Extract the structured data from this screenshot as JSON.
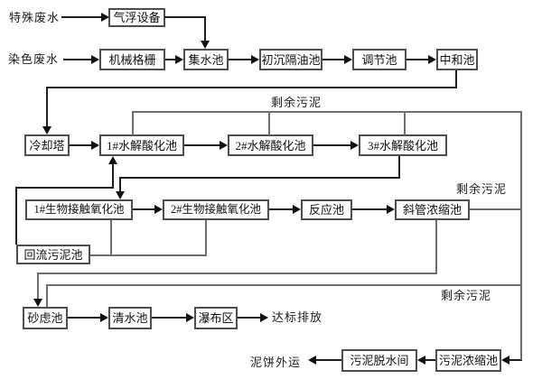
{
  "diagram": {
    "sources": {
      "special_wastewater": "特殊废水",
      "dyeing_wastewater": "染色废水"
    },
    "nodes": {
      "air_flotation": "气浮设备",
      "mechanical_screen": "机械格栅",
      "collection_tank": "集水池",
      "primary_oil_separator": "初沉隔油池",
      "regulating_tank": "调节池",
      "neutralization_tank": "中和池",
      "cooling_tower": "冷却塔",
      "hydrolysis_1": "1#水解酸化池",
      "hydrolysis_2": "2#水解酸化池",
      "hydrolysis_3": "3#水解酸化池",
      "bio_contact_1": "1#生物接触氧化池",
      "bio_contact_2": "2#生物接触氧化池",
      "reaction_tank": "反应池",
      "inclined_tube_thickener": "斜管浓缩池",
      "return_sludge_tank": "回流污泥池",
      "sand_filter": "砂虑池",
      "clear_water_tank": "清水池",
      "waterfall_zone": "瀑布区",
      "sludge_dewatering_room": "污泥脱水间",
      "sludge_thickening_tank": "污泥浓缩池"
    },
    "flow_labels": {
      "surplus_sludge_top": "剩余污泥",
      "surplus_sludge_mid": "剩余污泥",
      "surplus_sludge_bottom": "剩余污泥",
      "discharge": "达标排放",
      "mud_cake_out": "泥饼外运"
    }
  }
}
